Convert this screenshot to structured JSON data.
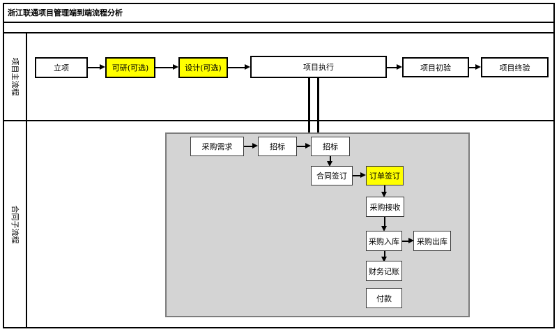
{
  "title": "浙江联通项目管理端到端流程分析",
  "lanes": {
    "main": {
      "label": "项目主流程"
    },
    "contract": {
      "label": "合同子流程"
    }
  },
  "main_flow": {
    "nodes": [
      {
        "label": "立项",
        "highlight": false
      },
      {
        "label": "可研(可选)",
        "highlight": true
      },
      {
        "label": "设计(可选)",
        "highlight": true
      },
      {
        "label": "项目执行",
        "highlight": false
      },
      {
        "label": "项目初验",
        "highlight": false
      },
      {
        "label": "项目终验",
        "highlight": false
      }
    ]
  },
  "sub_flow": {
    "nodes": [
      {
        "label": "采购需求",
        "highlight": false
      },
      {
        "label": "招标",
        "highlight": false
      },
      {
        "label": "招标",
        "highlight": false
      },
      {
        "label": "合同签订",
        "highlight": false
      },
      {
        "label": "订单签订",
        "highlight": true
      },
      {
        "label": "采购接收",
        "highlight": false
      },
      {
        "label": "采购入库",
        "highlight": false
      },
      {
        "label": "采购出库",
        "highlight": false
      },
      {
        "label": "财务记账",
        "highlight": false
      },
      {
        "label": "付款",
        "highlight": false
      }
    ]
  },
  "colors": {
    "highlight": "#FFFF00",
    "subprocess_background": "#D4D4D4",
    "line": "#000000"
  }
}
